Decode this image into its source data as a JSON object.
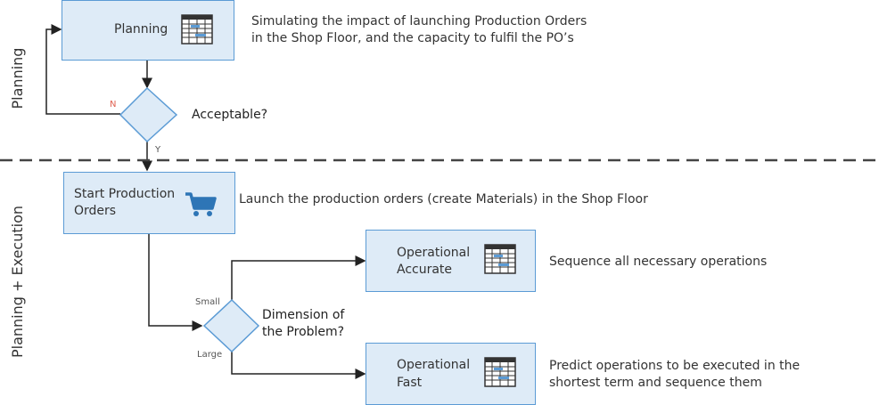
{
  "lanes": {
    "top": "Planning",
    "bottom": "Planning + Execution"
  },
  "nodes": {
    "planning": {
      "label": "Planning",
      "icon": "schedule-grid-icon",
      "description": [
        "Simulating the impact of launching Production Orders",
        "in the Shop Floor, and the capacity to fulfil the PO’s"
      ]
    },
    "acceptable": {
      "question": "Acceptable?",
      "no_label": "N",
      "yes_label": "Y"
    },
    "start_production": {
      "label": [
        "Start Production",
        "Orders"
      ],
      "icon": "shopping-cart-icon",
      "description": "Launch the production orders (create Materials) in the Shop Floor"
    },
    "dimension": {
      "question": [
        "Dimension of",
        "the Problem?"
      ],
      "small_label": "Small",
      "large_label": "Large"
    },
    "operational_accurate": {
      "label": [
        "Operational",
        "Accurate"
      ],
      "icon": "schedule-grid-icon",
      "description": "Sequence all necessary operations"
    },
    "operational_fast": {
      "label": [
        "Operational",
        "Fast"
      ],
      "icon": "schedule-grid-icon",
      "description": [
        "Predict operations to be executed in the",
        "shortest term and sequence them"
      ]
    }
  },
  "colors": {
    "box_fill": "#deebf7",
    "box_border": "#5b9bd5",
    "no_label": "#e06050",
    "line": "#222222",
    "divider": "#444444"
  }
}
